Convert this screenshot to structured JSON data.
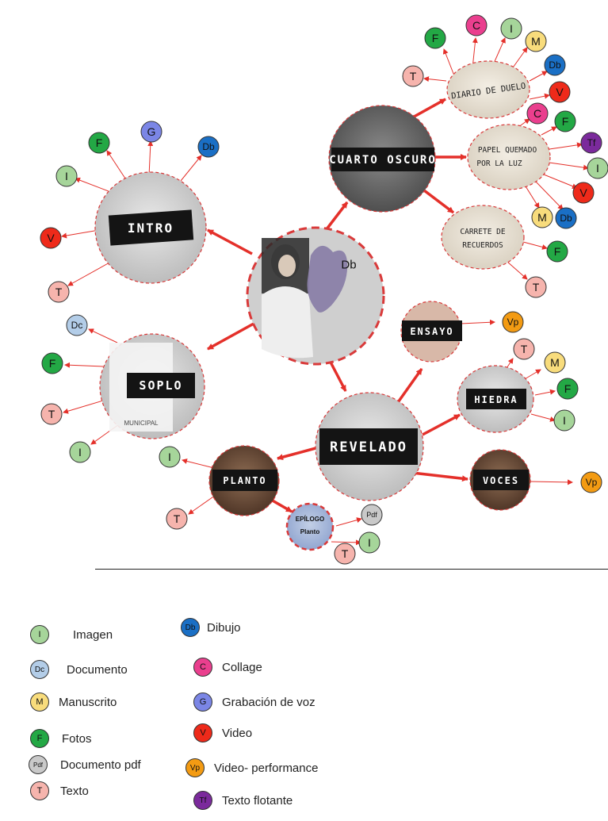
{
  "colors": {
    "I": "#a6d59a",
    "Dc": "#b3cde8",
    "M": "#f8dc7c",
    "F": "#23a845",
    "Pdf": "#c9c9c9",
    "T": "#f6b4ad",
    "Db": "#1a6fc5",
    "C": "#ea3f8e",
    "G": "#7b86e6",
    "V": "#ee2a1a",
    "Vp": "#f39b13",
    "Tf": "#7b2a9c",
    "arrow": "#e4302a",
    "dash": "#d93a3a"
  },
  "nodes": {
    "intro": "INTRO",
    "cuarto_oscuro": "CUARTO OSCURO",
    "diario_de_duelo": "DIARIO DE DUELO",
    "papel_quemado_1": "PAPEL QUEMADO",
    "papel_quemado_2": "POR LA LUZ",
    "carrete_1": "CARRETE DE",
    "carrete_2": "RECUERDOS",
    "soplo": "SOPLO",
    "municipal": "MUNICIPAL",
    "ensayo": "ENSAYO",
    "hiedra": "HIEDRA",
    "revelado": "REVELADO",
    "voces": "VOCES",
    "planto": "PLANTO",
    "epilogo_1": "EPÍLOGO",
    "epilogo_2": "Planto",
    "center_tag": "Db"
  },
  "legend": [
    {
      "code": "I",
      "label": "Imagen"
    },
    {
      "code": "Db",
      "label": "Dibujo"
    },
    {
      "code": "Dc",
      "label": "Documento"
    },
    {
      "code": "C",
      "label": "Collage"
    },
    {
      "code": "M",
      "label": "Manuscrito"
    },
    {
      "code": "G",
      "label": "Grabación de voz"
    },
    {
      "code": "F",
      "label": "Fotos"
    },
    {
      "code": "V",
      "label": "Video"
    },
    {
      "code": "Pdf",
      "label": "Documento pdf"
    },
    {
      "code": "Vp",
      "label": "Video- performance"
    },
    {
      "code": "T",
      "label": "Texto"
    },
    {
      "code": "Tf",
      "label": "Texto flotante"
    }
  ]
}
